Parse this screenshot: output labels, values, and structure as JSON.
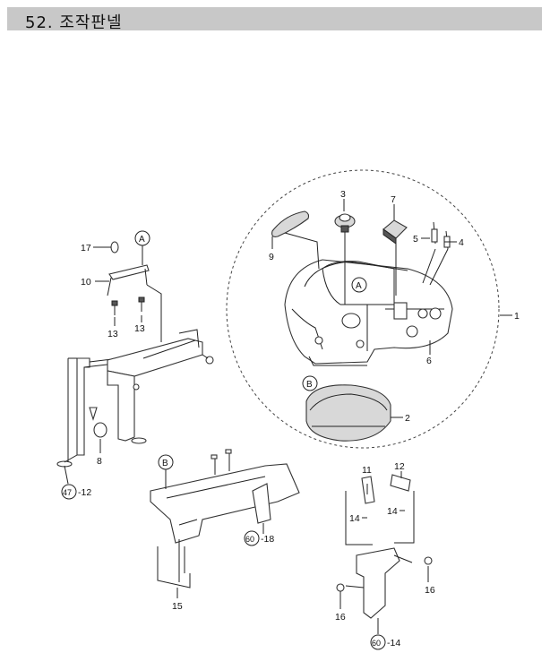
{
  "page": {
    "title": "52. 조작판넬"
  },
  "labels": {
    "p1": "1",
    "p2": "2",
    "p3": "3",
    "p4": "4",
    "p5": "5",
    "p6": "6",
    "p7": "7",
    "p8": "8",
    "p9": "9",
    "p10": "10",
    "p11": "11",
    "p12": "12",
    "p13a": "13",
    "p13b": "13",
    "p14a": "14",
    "p14b": "14",
    "p15": "15",
    "p16a": "16",
    "p16b": "16",
    "p17": "17"
  },
  "markers": {
    "a1": "A",
    "a2": "A",
    "b1": "B",
    "b2": "B"
  },
  "references": {
    "r47": {
      "num": "47",
      "suffix": "-12"
    },
    "r60a": {
      "num": "60",
      "suffix": "-18"
    },
    "r60b": {
      "num": "60",
      "suffix": "-14"
    }
  }
}
